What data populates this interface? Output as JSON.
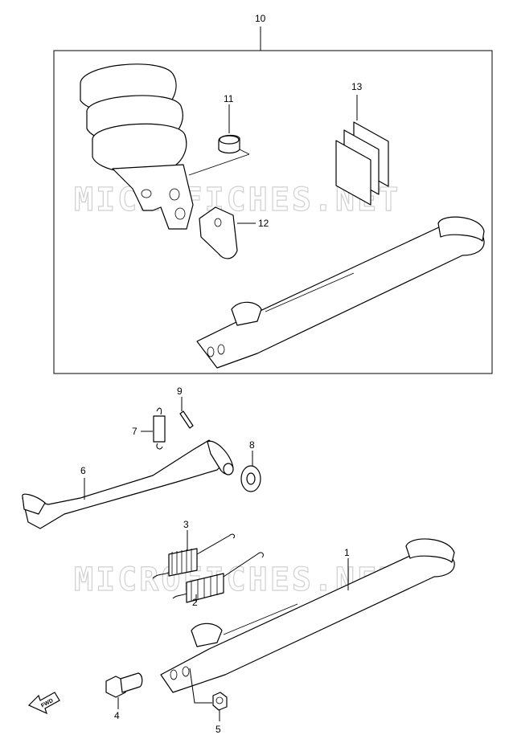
{
  "watermarks": [
    "MICROFICHES.NET",
    "MICROFICHES.NET"
  ],
  "callouts": [
    "1",
    "2",
    "3",
    "4",
    "5",
    "6",
    "7",
    "8",
    "9",
    "10",
    "11",
    "12",
    "13"
  ],
  "fwd_label": "FWD"
}
